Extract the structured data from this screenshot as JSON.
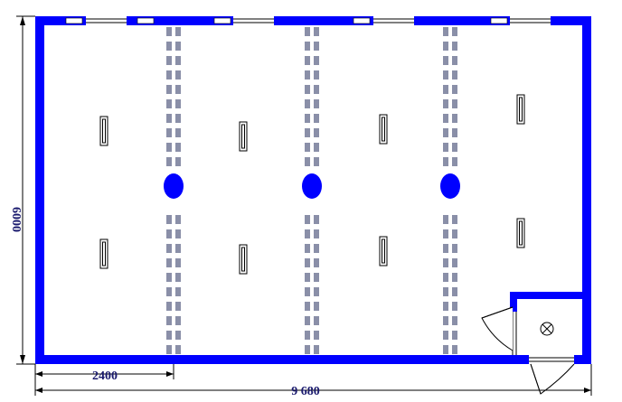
{
  "plan": {
    "dimensions": {
      "total_width": "9 680",
      "height": "6000",
      "segment_width": "2400"
    },
    "colors": {
      "wall": "#0000ff",
      "line": "#000000",
      "dimension_text": "#1a1a6e",
      "column": "#0000ff",
      "floor_panel": "#8a8fa8"
    },
    "icons": {
      "ventilation": "circle-x-icon"
    }
  }
}
